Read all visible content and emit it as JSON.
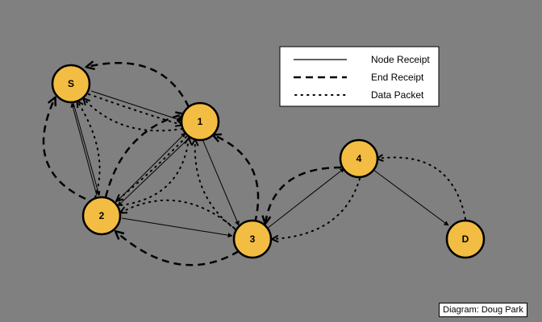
{
  "nodes": [
    {
      "id": "S",
      "label": "S"
    },
    {
      "id": "1",
      "label": "1"
    },
    {
      "id": "2",
      "label": "2"
    },
    {
      "id": "3",
      "label": "3"
    },
    {
      "id": "4",
      "label": "4"
    },
    {
      "id": "D",
      "label": "D"
    }
  ],
  "legend": {
    "node_receipt": "Node Receipt",
    "end_receipt": "End Receipt",
    "data_packet": "Data Packet"
  },
  "credit": "Diagram: Doug Park",
  "colors": {
    "background": "#808080",
    "node_fill": "#f2bd42",
    "node_stroke": "#000000",
    "edge": "#000000",
    "legend_bg": "#ffffff"
  },
  "edges": [
    {
      "from": "S",
      "to": "1",
      "type": "node_receipt"
    },
    {
      "from": "S",
      "to": "2",
      "type": "node_receipt"
    },
    {
      "from": "2",
      "to": "S",
      "type": "node_receipt"
    },
    {
      "from": "1",
      "to": "3",
      "type": "node_receipt"
    },
    {
      "from": "2",
      "to": "1",
      "type": "node_receipt"
    },
    {
      "from": "1",
      "to": "2",
      "type": "node_receipt"
    },
    {
      "from": "2",
      "to": "3",
      "type": "node_receipt"
    },
    {
      "from": "3",
      "to": "4",
      "type": "node_receipt"
    },
    {
      "from": "4",
      "to": "D",
      "type": "node_receipt"
    },
    {
      "from": "1",
      "to": "S",
      "type": "end_receipt"
    },
    {
      "from": "2",
      "to": "S",
      "type": "end_receipt"
    },
    {
      "from": "2",
      "to": "1",
      "type": "end_receipt"
    },
    {
      "from": "3",
      "to": "1",
      "type": "end_receipt"
    },
    {
      "from": "3",
      "to": "2",
      "type": "end_receipt"
    },
    {
      "from": "4",
      "to": "3",
      "type": "end_receipt"
    },
    {
      "from": "1",
      "to": "S",
      "type": "data_packet"
    },
    {
      "from": "2",
      "to": "S",
      "type": "data_packet"
    },
    {
      "from": "S",
      "to": "1",
      "type": "data_packet"
    },
    {
      "from": "2",
      "to": "1",
      "type": "data_packet"
    },
    {
      "from": "1",
      "to": "2",
      "type": "data_packet"
    },
    {
      "from": "3",
      "to": "1",
      "type": "data_packet"
    },
    {
      "from": "3",
      "to": "2",
      "type": "data_packet"
    },
    {
      "from": "4",
      "to": "3",
      "type": "data_packet"
    },
    {
      "from": "D",
      "to": "4",
      "type": "data_packet"
    }
  ]
}
